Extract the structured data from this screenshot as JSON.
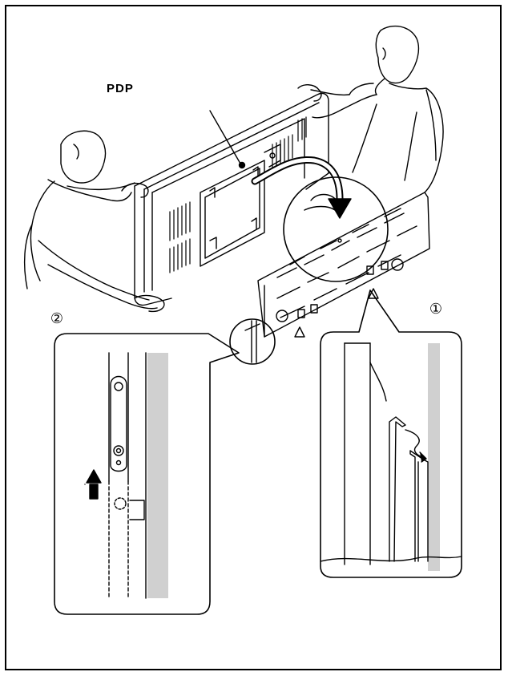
{
  "labels": {
    "panel": "PDP",
    "step_1": "①",
    "step_2": "②"
  },
  "colors": {
    "line": "#000000",
    "wall": "#d0d0d0",
    "background": "#ffffff"
  }
}
